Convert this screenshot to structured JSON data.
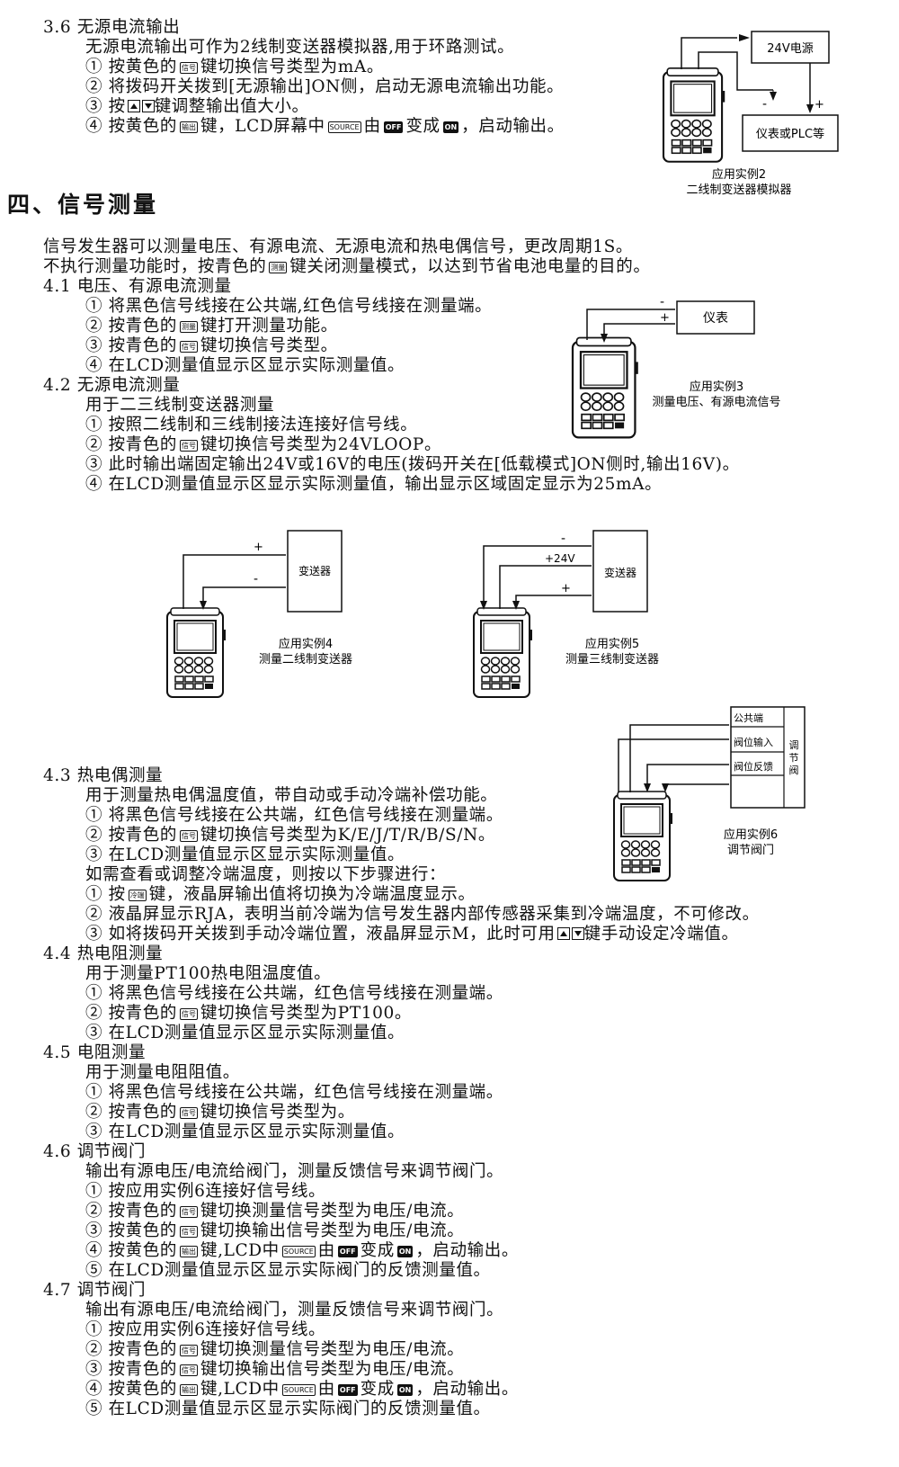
{
  "s36": {
    "title": "3.6 无源电流输出",
    "desc": "无源电流输出可作为2线制变送器模拟器,用于环路测试。",
    "s1": "① 按黄色的",
    "s1b": "键切换信号类型为mA。",
    "s2": "② 将拨码开关拨到[无源输出]ON侧，启动无源电流输出功能。",
    "s3a": "③ 按",
    "s3b": "键调整输出值大小。",
    "s4a": "④ 按黄色的",
    "s4b": "键，LCD屏幕中",
    "s4c": "由",
    "s4d": "变成",
    "s4e": "，启动输出。"
  },
  "keys": {
    "signal": "信号",
    "output": "输出",
    "measure": "测量",
    "cold": "冷端",
    "source": "SOURCE",
    "off": "OFF",
    "on": "ON"
  },
  "sec4": {
    "heading": "四、信号测量",
    "intro1": "信号发生器可以测量电压、有源电流、无源电流和热电偶信号，更改周期1S。",
    "intro2a": "不执行测量功能时，按青色的",
    "intro2b": "键关闭测量模式，以达到节省电池电量的目的。"
  },
  "s41": {
    "title": "4.1 电压、有源电流测量",
    "s1": "① 将黑色信号线接在公共端,红色信号线接在测量端。",
    "s2a": "② 按青色的",
    "s2b": "键打开测量功能。",
    "s3a": "③ 按青色的",
    "s3b": "键切换信号类型。",
    "s4": "④ 在LCD测量值显示区显示实际测量值。"
  },
  "s42": {
    "title": "4.2 无源电流测量",
    "desc": "用于二三线制变送器测量",
    "s1": "① 按照二线制和三线制接法连接好信号线。",
    "s2a": "② 按青色的",
    "s2b": "键切换信号类型为24VLOOP。",
    "s3": "③ 此时输出端固定输出24V或16V的电压(拨码开关在[低载模式]ON侧时,输出16V)。",
    "s4": "④ 在LCD测量值显示区显示实际测量值，输出显示区域固定显示为25mA。"
  },
  "s43": {
    "title": "4.3 热电偶测量",
    "desc": "用于测量热电偶温度值，带自动或手动冷端补偿功能。",
    "s1": "① 将黑色信号线接在公共端，红色信号线接在测量端。",
    "s2a": "② 按青色的",
    "s2b": "键切换信号类型为K/E/J/T/R/B/S/N。",
    "s3": "③ 在LCD测量值显示区显示实际测量值。",
    "note": "如需查看或调整冷端温度，则按以下步骤进行：",
    "c1a": "① 按",
    "c1b": "键，液晶屏输出值将切换为冷端温度显示。",
    "c2": "② 液晶屏显示RJA，表明当前冷端为信号发生器内部传感器采集到冷端温度，不可修改。",
    "c3a": "③ 如将拨码开关拨到手动冷端位置，液晶屏显示M，此时可用",
    "c3b": "键手动设定冷端值。"
  },
  "s44": {
    "title": "4.4 热电阻测量",
    "desc": "用于测量PT100热电阻温度值。",
    "s1": "① 将黑色信号线接在公共端，红色信号线接在测量端。",
    "s2a": "② 按青色的",
    "s2b": "键切换信号类型为PT100。",
    "s3": "③ 在LCD测量值显示区显示实际测量值。"
  },
  "s45": {
    "title": "4.5 电阻测量",
    "desc": "用于测量电阻阻值。",
    "s1": "① 将黑色信号线接在公共端，红色信号线接在测量端。",
    "s2a": "② 按青色的",
    "s2b": "键切换信号类型为。",
    "s3": "③ 在LCD测量值显示区显示实际测量值。"
  },
  "s46": {
    "title": "4.6 调节阀门",
    "desc": "输出有源电压/电流给阀门，测量反馈信号来调节阀门。",
    "s1": "① 按应用实例6连接好信号线。",
    "s2a": "② 按青色的",
    "s2b": "键切换测量信号类型为电压/电流。",
    "s3a": "③ 按黄色的",
    "s3b": "键切换输出信号类型为电压/电流。",
    "s4a": "④ 按黄色的",
    "s4b": "键,LCD中",
    "s4c": "由",
    "s4d": "变成",
    "s4e": "，启动输出。",
    "s5": "⑤ 在LCD测量值显示区显示实际阀门的反馈测量值。"
  },
  "s47": {
    "title": "4.7 调节阀门",
    "desc": "输出有源电压/电流给阀门，测量反馈信号来调节阀门。",
    "s1": "① 按应用实例6连接好信号线。",
    "s2a": "② 按青色的",
    "s2b": "键切换测量信号类型为电压/电流。",
    "s3a": "③ 按青色的",
    "s3b": "键切换输出信号类型为电压/电流。",
    "s4a": "④ 按黄色的",
    "s4b": "键,LCD中",
    "s4c": "由",
    "s4d": "变成",
    "s4e": "，启动输出。",
    "s5": "⑤ 在LCD测量值显示区显示实际阀门的反馈测量值。"
  },
  "fig2": {
    "power": "24V电源",
    "meter": "仪表或PLC等",
    "minus": "-",
    "plus": "+",
    "cap1": "应用实例2",
    "cap2": "二线制变送器模拟器"
  },
  "fig3": {
    "meter": "仪表",
    "minus": "-",
    "plus": "+",
    "cap1": "应用实例3",
    "cap2": "测量电压、有源电流信号"
  },
  "fig4": {
    "box": "变送器",
    "plus": "+",
    "minus": "-",
    "cap1": "应用实例4",
    "cap2": "测量二线制变送器"
  },
  "fig5": {
    "box": "变送器",
    "minus": "-",
    "v24": "+24V",
    "plus": "+",
    "cap1": "应用实例5",
    "cap2": "测量三线制变送器"
  },
  "fig6": {
    "t1": "公共端",
    "t2": "阀位输入",
    "t3": "阀位反馈",
    "side": [
      "调",
      "节",
      "阀"
    ],
    "cap1": "应用实例6",
    "cap2": "调节阀门"
  }
}
